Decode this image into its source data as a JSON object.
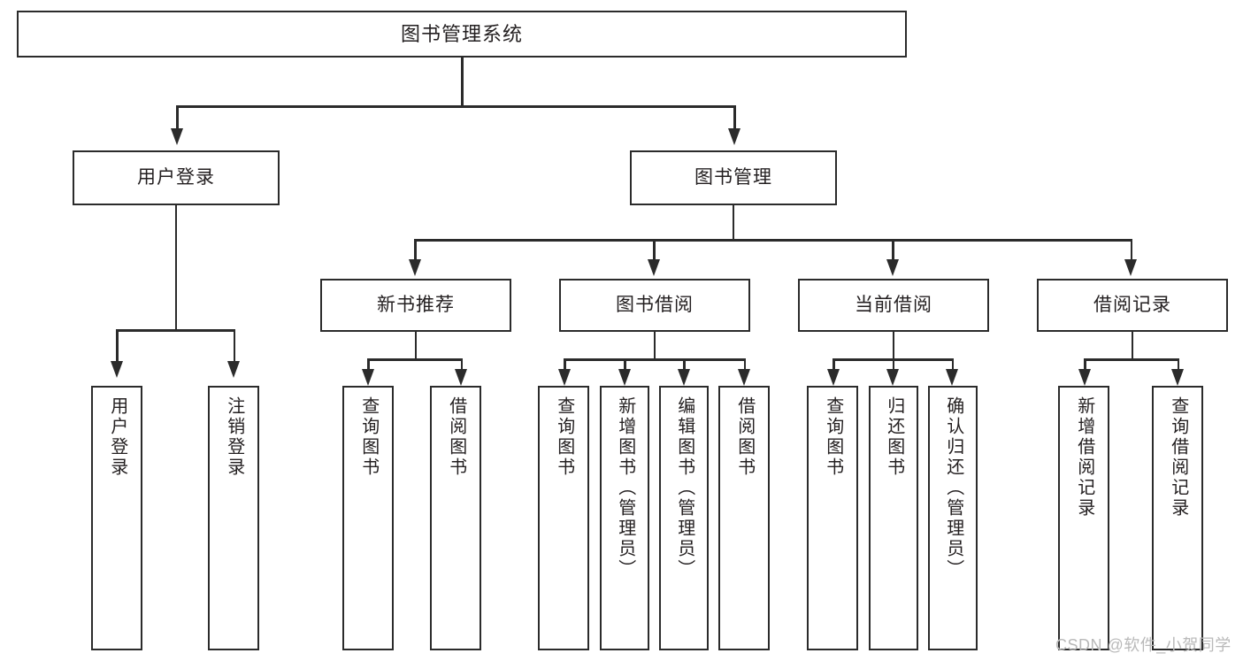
{
  "diagram": {
    "title": "图书管理系统",
    "type": "hierarchy-tree",
    "levels": 4,
    "root": {
      "id": "root",
      "label": "图书管理系统",
      "orientation": "horizontal"
    },
    "level2": [
      {
        "id": "user-login",
        "label": "用户登录",
        "orientation": "horizontal"
      },
      {
        "id": "book-manage",
        "label": "图书管理",
        "orientation": "horizontal"
      }
    ],
    "level3": [
      {
        "id": "new-book-recommend",
        "label": "新书推荐",
        "orientation": "horizontal"
      },
      {
        "id": "book-borrow",
        "label": "图书借阅",
        "orientation": "horizontal"
      },
      {
        "id": "current-borrow",
        "label": "当前借阅",
        "orientation": "horizontal"
      },
      {
        "id": "borrow-record",
        "label": "借阅记录",
        "orientation": "horizontal"
      }
    ],
    "leaves": [
      {
        "id": "leaf-user-login",
        "label": "用户登录",
        "parent": "user-login",
        "orientation": "vertical"
      },
      {
        "id": "leaf-logout",
        "label": "注销登录",
        "parent": "user-login",
        "orientation": "vertical"
      },
      {
        "id": "leaf-query-book-1",
        "label": "查询图书",
        "parent": "new-book-recommend",
        "orientation": "vertical"
      },
      {
        "id": "leaf-borrow-book-1",
        "label": "借阅图书",
        "parent": "new-book-recommend",
        "orientation": "vertical"
      },
      {
        "id": "leaf-query-book-2",
        "label": "查询图书",
        "parent": "book-borrow",
        "orientation": "vertical"
      },
      {
        "id": "leaf-add-book",
        "label": "新增图书（管理员）",
        "parent": "book-borrow",
        "orientation": "vertical"
      },
      {
        "id": "leaf-edit-book",
        "label": "编辑图书（管理员）",
        "parent": "book-borrow",
        "orientation": "vertical"
      },
      {
        "id": "leaf-borrow-book-2",
        "label": "借阅图书",
        "parent": "book-borrow",
        "orientation": "vertical"
      },
      {
        "id": "leaf-query-book-3",
        "label": "查询图书",
        "parent": "current-borrow",
        "orientation": "vertical"
      },
      {
        "id": "leaf-return-book",
        "label": "归还图书",
        "parent": "current-borrow",
        "orientation": "vertical"
      },
      {
        "id": "leaf-confirm-return",
        "label": "确认归还（管理员）",
        "parent": "current-borrow",
        "orientation": "vertical"
      },
      {
        "id": "leaf-add-record",
        "label": "新增借阅记录",
        "parent": "borrow-record",
        "orientation": "vertical"
      },
      {
        "id": "leaf-query-record",
        "label": "查询借阅记录",
        "parent": "borrow-record",
        "orientation": "vertical"
      }
    ]
  },
  "watermark": {
    "text": "CSDN @软件_小贺同学"
  },
  "colors": {
    "stroke": "#2b2b2b",
    "fill": "#ffffff",
    "text": "#231f20",
    "watermark": "#b9b9b9"
  }
}
